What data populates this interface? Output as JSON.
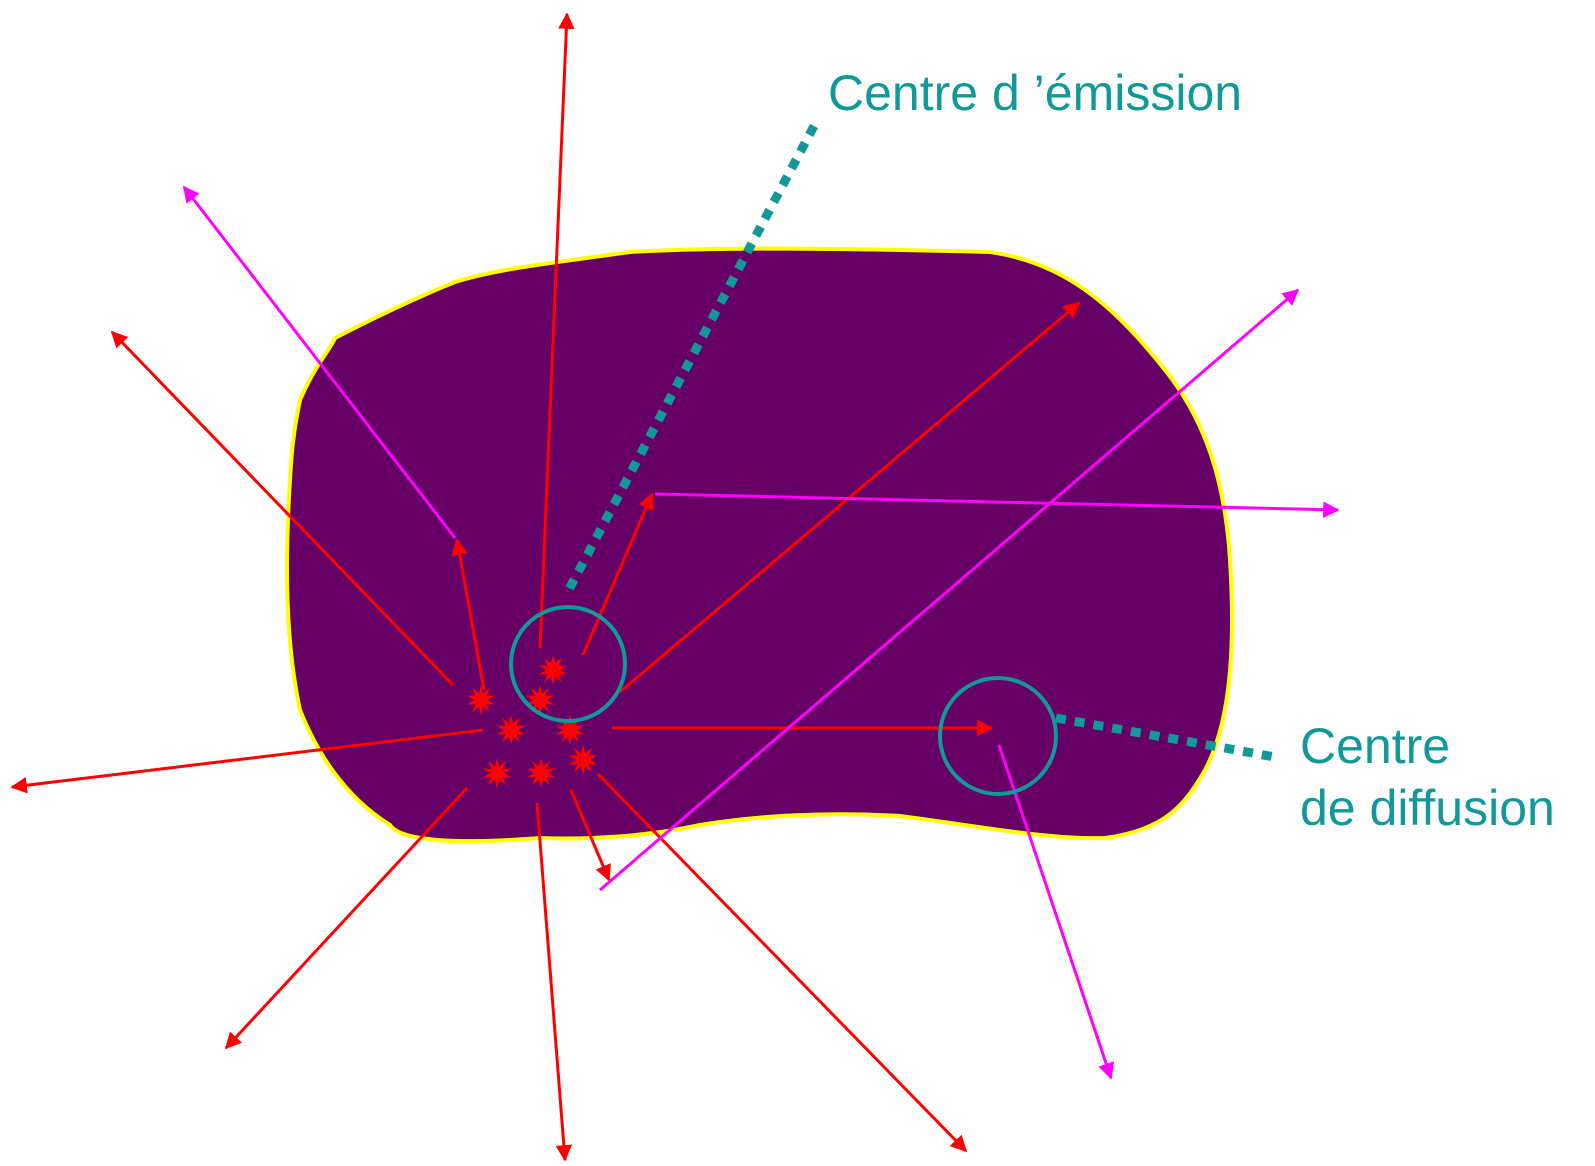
{
  "labels": {
    "emission": "Centre d ’émission",
    "diffusion_line1": "Centre",
    "diffusion_line2": "de diffusion"
  },
  "colors": {
    "background": "#ffffff",
    "body_fill": "#660066",
    "body_outline": "#ffff00",
    "primary_ray": "#ff0000",
    "scattered_ray": "#ff00ff",
    "emission_center": "#ff0000",
    "annotation": "#119999"
  }
}
